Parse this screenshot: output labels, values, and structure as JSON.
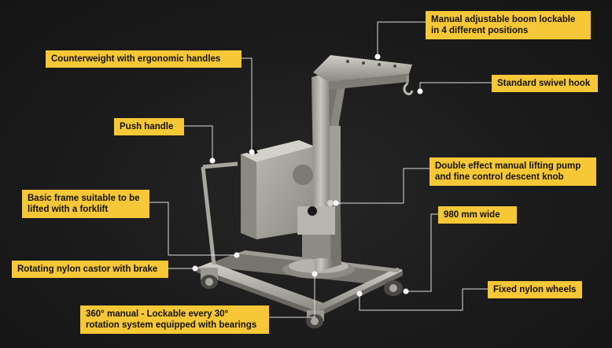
{
  "colors": {
    "label_bg": "#f6c736",
    "label_text": "#111111",
    "leader_line": "#dcdcdc",
    "background": "#1c1c1c",
    "steel": "#a7a49d"
  },
  "callouts": [
    {
      "id": "boom",
      "lines": [
        "Manual adjustable boom lockable",
        "in 4 different positions"
      ]
    },
    {
      "id": "counterweight",
      "lines": [
        "Counterweight with ergonomic handles"
      ]
    },
    {
      "id": "hook",
      "lines": [
        "Standard swivel hook"
      ]
    },
    {
      "id": "push-handle",
      "lines": [
        "Push handle"
      ]
    },
    {
      "id": "pump",
      "lines": [
        "Double effect manual lifting pump",
        "and fine control descent knob"
      ]
    },
    {
      "id": "frame",
      "lines": [
        "Basic frame suitable to be",
        "lifted with a forklift"
      ]
    },
    {
      "id": "width",
      "lines": [
        "980 mm wide"
      ]
    },
    {
      "id": "castor",
      "lines": [
        "Rotating nylon castor with brake"
      ]
    },
    {
      "id": "wheels",
      "lines": [
        "Fixed nylon wheels"
      ]
    },
    {
      "id": "rotation",
      "lines": [
        "360° manual - Lockable every 30°",
        "rotation system equipped with bearings"
      ]
    }
  ]
}
